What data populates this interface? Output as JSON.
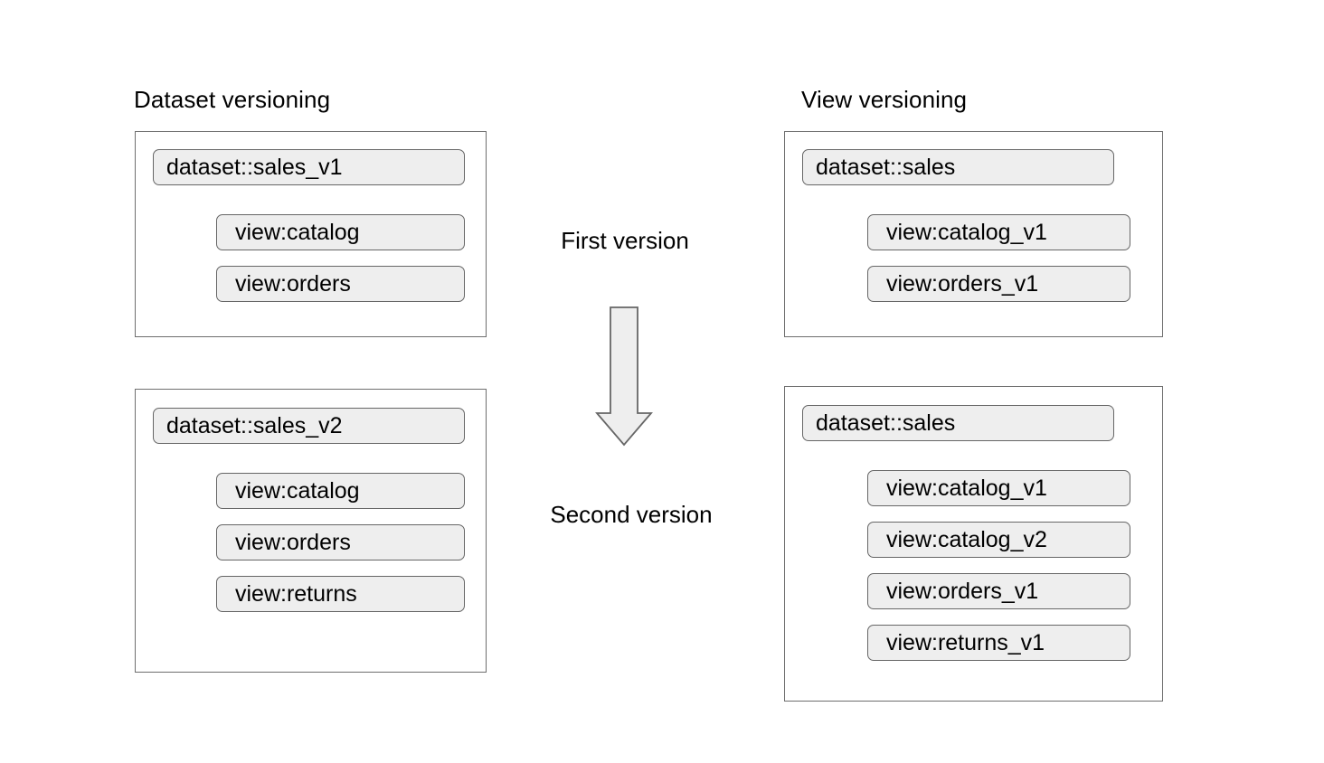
{
  "diagram": {
    "title_left": "Dataset versioning",
    "title_right": "View versioning",
    "center": {
      "first_label": "First version",
      "second_label": "Second version",
      "arrow_icon": "down-arrow-icon",
      "arrow_direction": "down"
    },
    "colors": {
      "background": "#ffffff",
      "box_border": "#6e6e6e",
      "pill_fill": "#eeeeee",
      "pill_border": "#666666",
      "text": "#000000",
      "arrow_fill": "#eeeeee",
      "arrow_stroke": "#666666"
    },
    "columns": [
      {
        "id": "dataset-versioning",
        "title": "Dataset versioning",
        "groups": [
          {
            "id": "dataset-versioning-first",
            "stage": "First version",
            "dataset": "dataset::sales_v1",
            "views": [
              "view:catalog",
              "view:orders"
            ]
          },
          {
            "id": "dataset-versioning-second",
            "stage": "Second version",
            "dataset": "dataset::sales_v2",
            "views": [
              "view:catalog",
              "view:orders",
              "view:returns"
            ]
          }
        ]
      },
      {
        "id": "view-versioning",
        "title": "View versioning",
        "groups": [
          {
            "id": "view-versioning-first",
            "stage": "First version",
            "dataset": "dataset::sales",
            "views": [
              "view:catalog_v1",
              "view:orders_v1"
            ]
          },
          {
            "id": "view-versioning-second",
            "stage": "Second version",
            "dataset": "dataset::sales",
            "views": [
              "view:catalog_v1",
              "view:catalog_v2",
              "view:orders_v1",
              "view:returns_v1"
            ]
          }
        ]
      }
    ]
  }
}
